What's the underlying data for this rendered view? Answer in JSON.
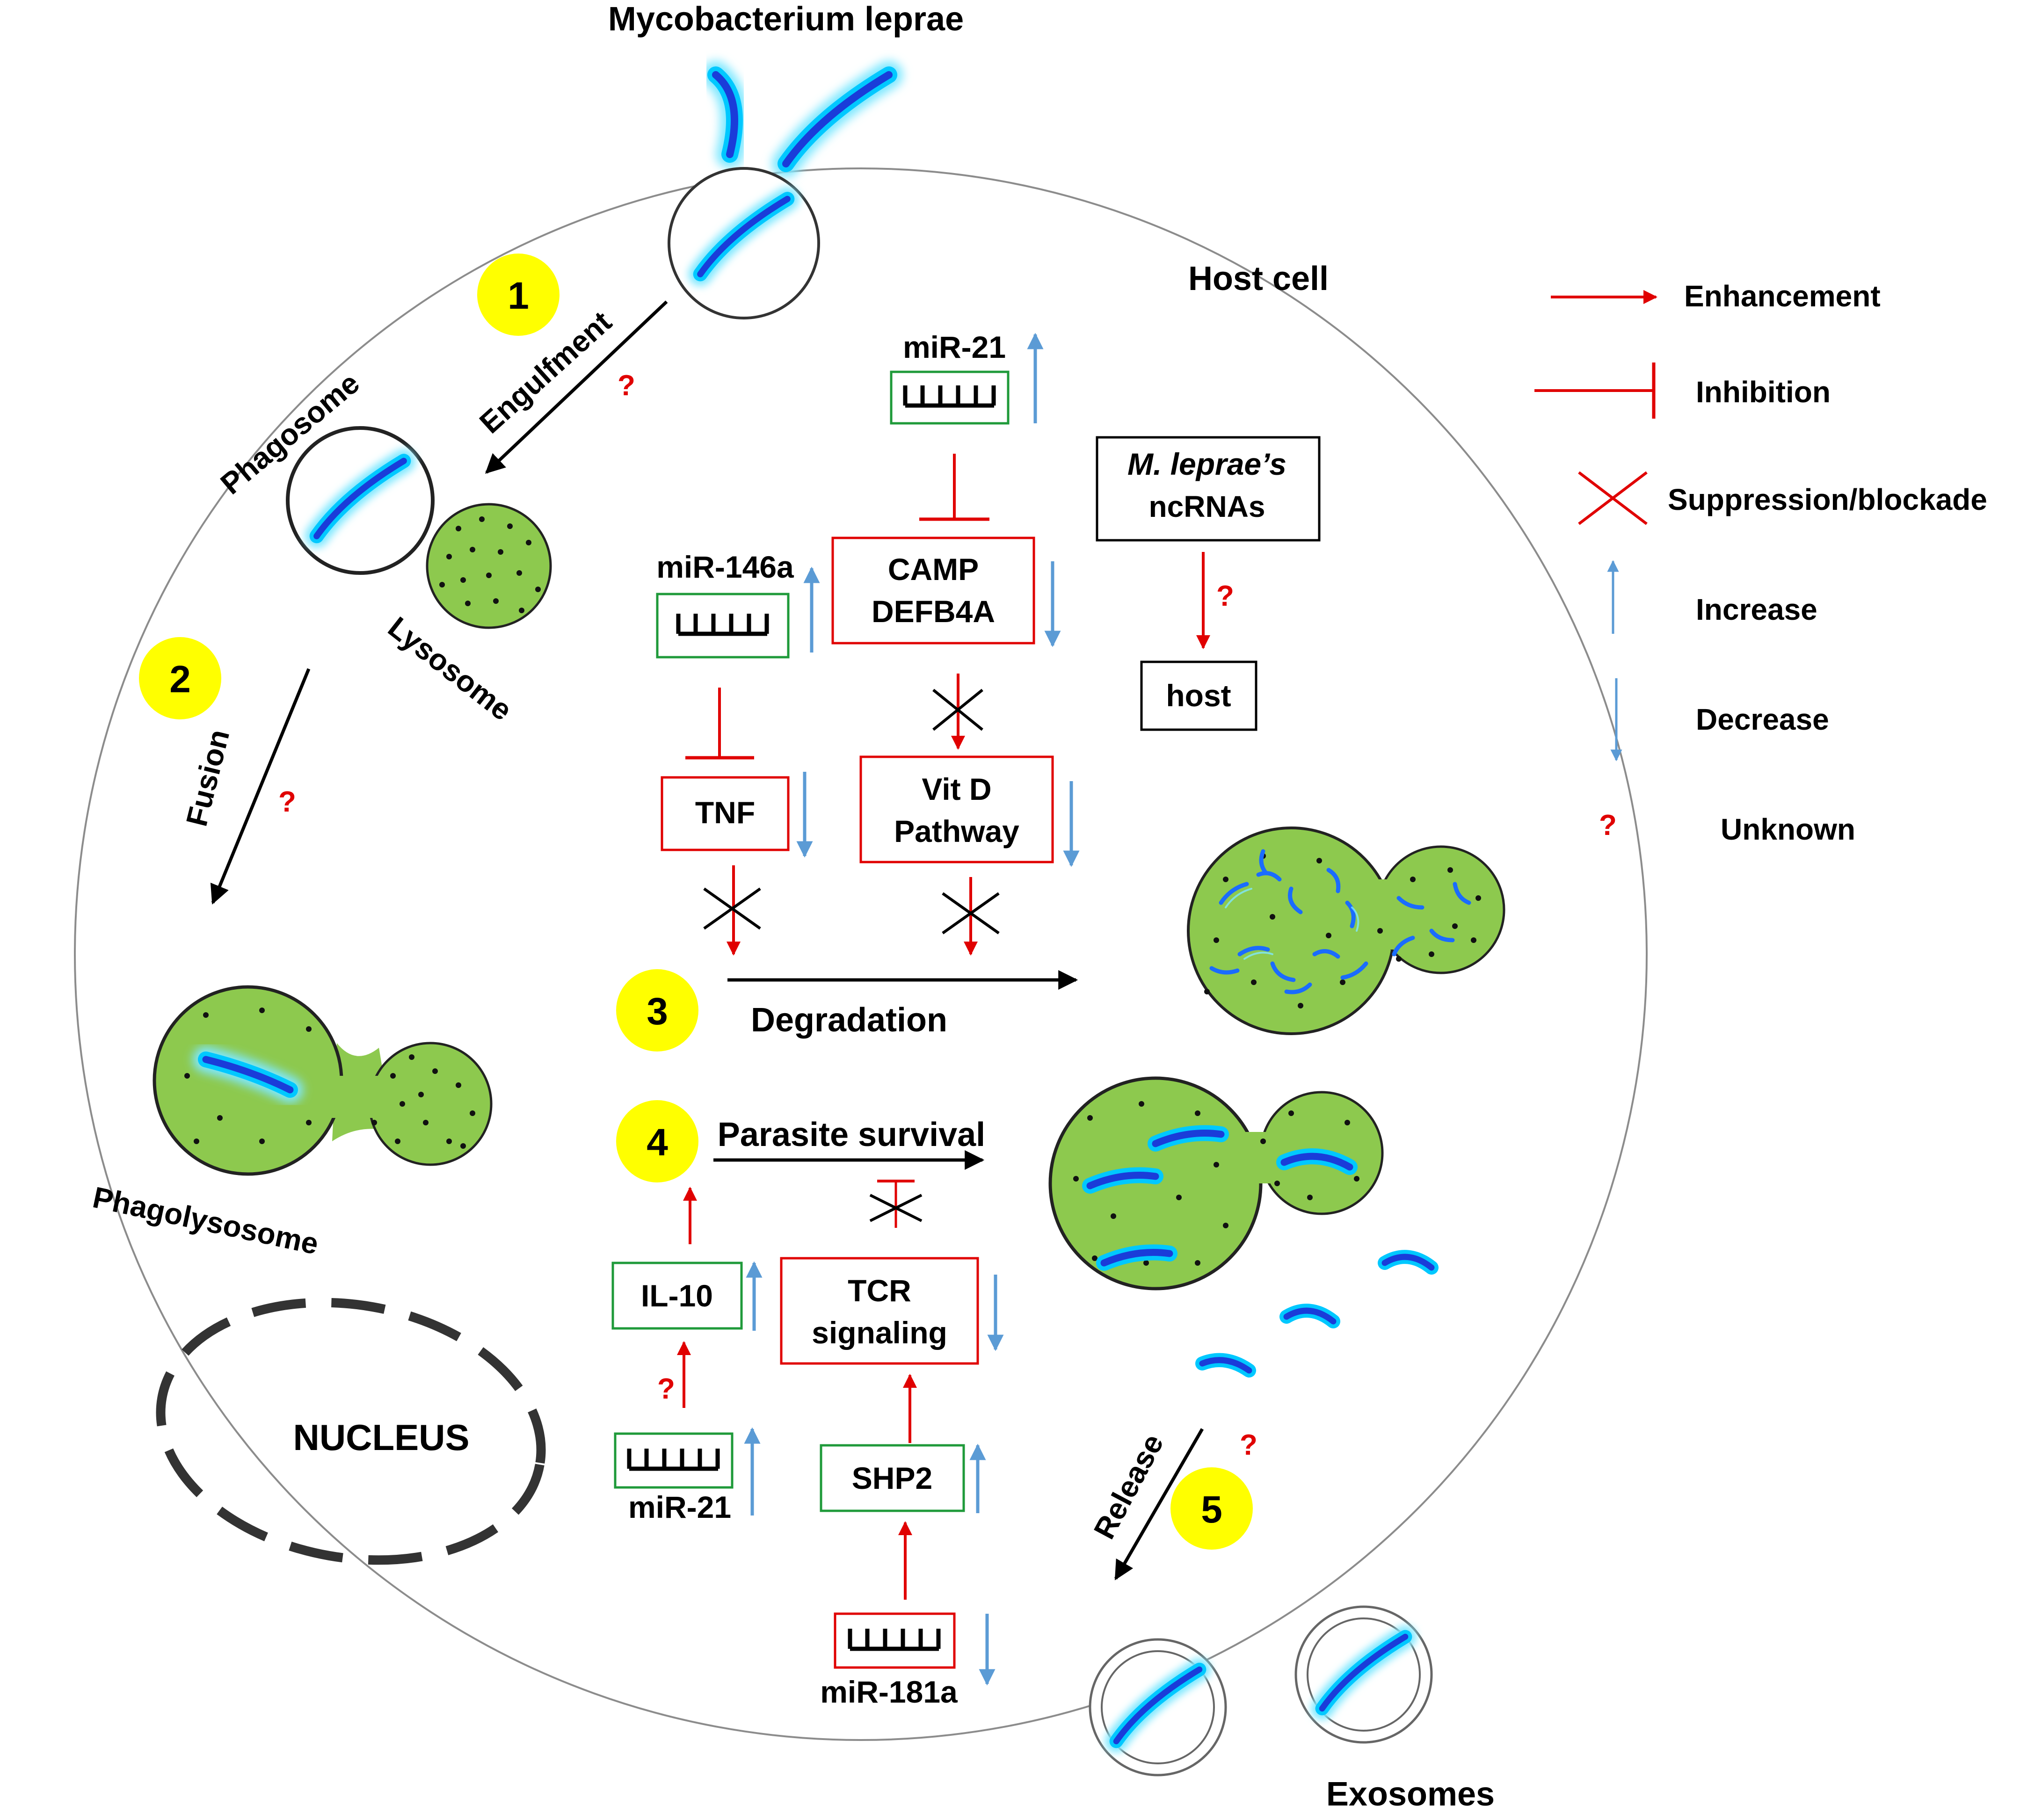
{
  "labels": {
    "mycobacterium": "Mycobacterium leprae",
    "host_cell": "Host cell",
    "phagosome": "Phagosome",
    "lysosome": "Lysosome",
    "engulfment": "Engulfment",
    "fusion": "Fusion",
    "phagolysosome": "Phagolysosome",
    "nucleus": "NUCLEUS",
    "degradation": "Degradation",
    "parasite_survival": "Parasite survival",
    "release": "Release",
    "exosomes": "Exosomes"
  },
  "steps": [
    "1",
    "2",
    "3",
    "4",
    "5"
  ],
  "unknown_mark": "?",
  "boxes": {
    "mir21_top": "miR-21",
    "mir146a": "miR-146a",
    "camp": "CAMP",
    "defb4a": "DEFB4A",
    "tnf": "TNF",
    "vitd_1": "Vit D",
    "vitd_2": "Pathway",
    "mleprae_italic": "M. leprae’s",
    "ncrnas": "ncRNAs",
    "host": "host",
    "il10": "IL-10",
    "tcr_1": "TCR",
    "tcr_2": "signaling",
    "mir21_bottom": "miR-21",
    "shp2": "SHP2",
    "mir181a": "miR-181a"
  },
  "legend": [
    {
      "symbol": "enhancement-arrow",
      "label": "Enhancement"
    },
    {
      "symbol": "inhibition-bar",
      "label": "Inhibition"
    },
    {
      "symbol": "red-cross",
      "label": "Suppression/blockade"
    },
    {
      "symbol": "blue-up-arrow",
      "label": "Increase"
    },
    {
      "symbol": "blue-down-arrow",
      "label": "Decrease"
    },
    {
      "symbol": "question-mark",
      "label": "Unknown"
    }
  ],
  "colors": {
    "enhancement": "#e00000",
    "increase_decrease": "#5b9bd5",
    "vesicle_green": "#8dc94e",
    "step_badge": "#ffff00",
    "bacterium": "#1a6cff",
    "green_box": "#1f9a3a",
    "red_box": "#e00000"
  }
}
